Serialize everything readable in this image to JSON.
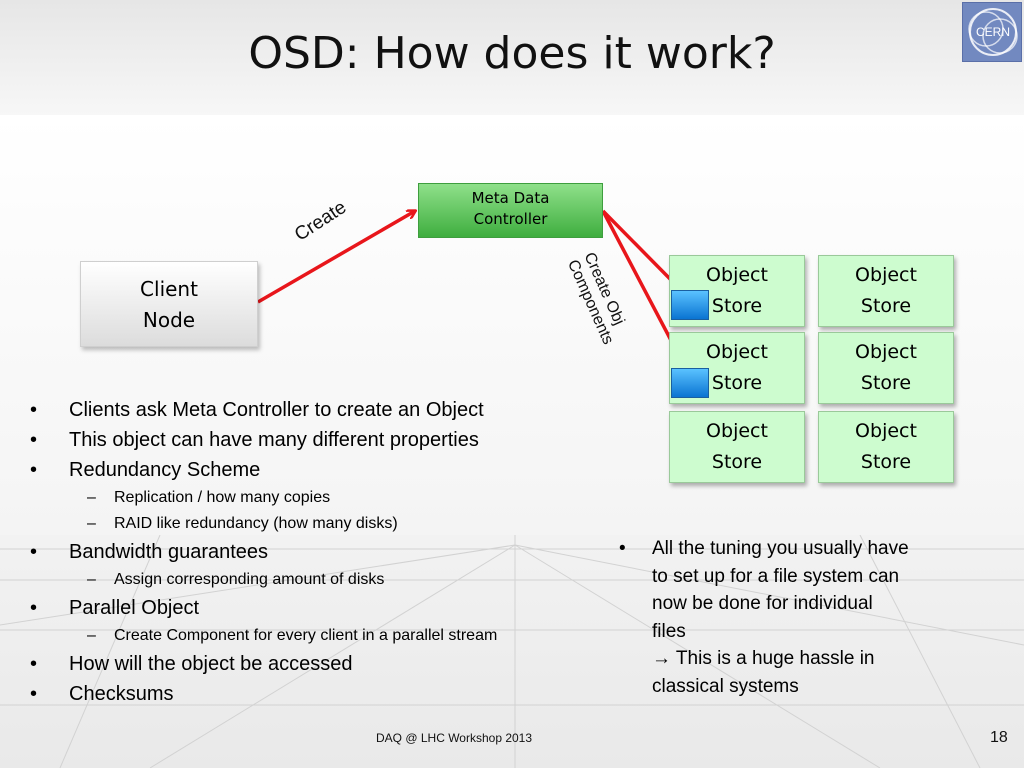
{
  "slide": {
    "title": "OSD: How does it work?",
    "logo_text": "CERN"
  },
  "diagram": {
    "client_node": [
      "Client",
      "Node"
    ],
    "meta_controller": [
      "Meta Data",
      "Controller"
    ],
    "object_store": [
      "Object",
      "Store"
    ],
    "arrow_create": "Create",
    "arrow_create_components": [
      "Create Obj",
      "Components"
    ],
    "arrow_color": "#e8161b"
  },
  "bullets": [
    {
      "level": 1,
      "text": "Clients ask Meta Controller to create an Object"
    },
    {
      "level": 1,
      "text": "This object can have many different properties"
    },
    {
      "level": 1,
      "text": "Redundancy Scheme"
    },
    {
      "level": 2,
      "text": "Replication / how many copies"
    },
    {
      "level": 2,
      "text": "RAID like redundancy (how many disks)"
    },
    {
      "level": 1,
      "text": "Bandwidth guarantees"
    },
    {
      "level": 2,
      "text": "Assign corresponding amount of disks"
    },
    {
      "level": 1,
      "text": "Parallel Object"
    },
    {
      "level": 2,
      "text": "Create Component for every client in a parallel stream"
    },
    {
      "level": 1,
      "text": "How will the object be accessed"
    },
    {
      "level": 1,
      "text": "Checksums"
    }
  ],
  "right_note": {
    "lines": [
      "All the tuning you usually have",
      "to set up for a file system can",
      "now be done for individual",
      "files",
      "→ This is a huge hassle in",
      "classical systems"
    ]
  },
  "footer": {
    "text": "DAQ @ LHC Workshop 2013",
    "page_number": "18"
  }
}
